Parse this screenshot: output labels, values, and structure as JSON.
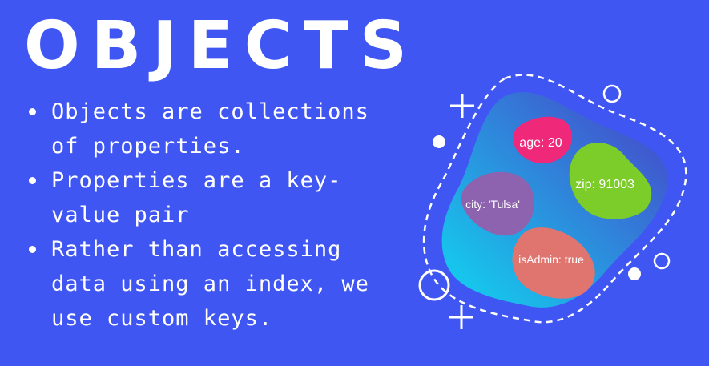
{
  "title": "OBJECTS",
  "bullets": [
    "Objects are collections of properties.",
    "Properties are a key-value pair",
    "Rather than accessing data using an index, we use custom keys."
  ],
  "illustration": {
    "properties": [
      {
        "label": "age: 20",
        "color": "#f0287a"
      },
      {
        "label": "zip: 91003",
        "color": "#7ccc2a"
      },
      {
        "label": "city: 'Tulsa'",
        "color": "#8d63b0"
      },
      {
        "label": "isAdmin: true",
        "color": "#e0756f"
      }
    ]
  },
  "colors": {
    "background": "#3f56f2",
    "blob_gradient_start": "#10d6f0",
    "blob_gradient_end": "#4a3fc8"
  }
}
